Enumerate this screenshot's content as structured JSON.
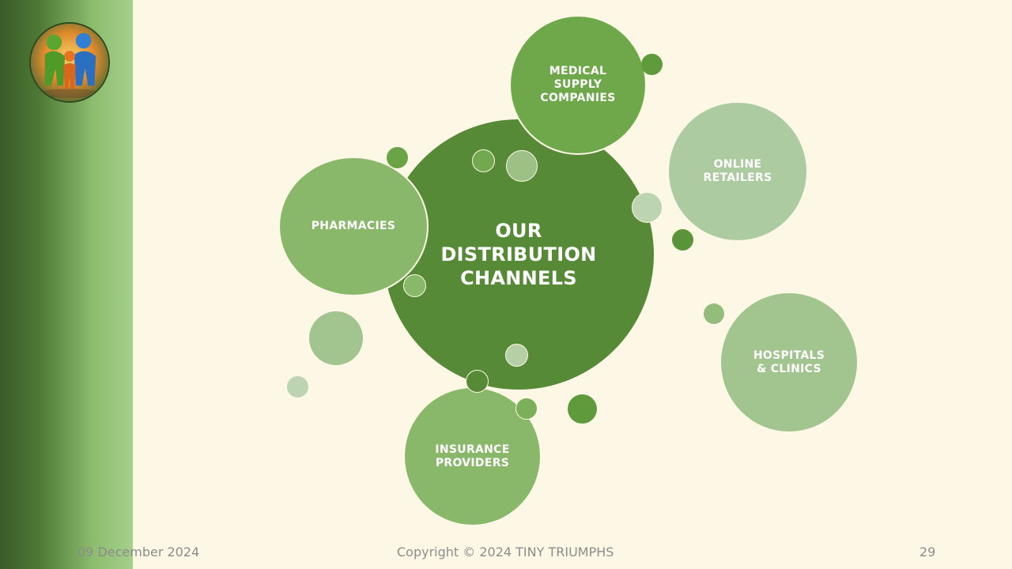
{
  "diagram": {
    "center": {
      "label": "OUR\nDISTRIBUTION\nCHANNELS"
    },
    "channels": [
      {
        "label": "MEDICAL\nSUPPLY\nCOMPANIES"
      },
      {
        "label": "ONLINE\nRETAILERS"
      },
      {
        "label": "PHARMACIES"
      },
      {
        "label": "HOSPITALS\n& CLINICS"
      },
      {
        "label": "INSURANCE\nPROVIDERS"
      }
    ]
  },
  "colors": {
    "background": "#fdf8e6",
    "center": "#578a37",
    "medical": "#6fa84b",
    "online": "#adcba0",
    "pharmacies": "#89b86b",
    "hospitals": "#a2c48f",
    "insurance": "#89b86b"
  },
  "logo": {
    "icon": "family-hands-logo"
  },
  "footer": {
    "date": "09 December 2024",
    "copyright": "Copyright © 2024 TINY TRIUMPHS",
    "page": "29"
  }
}
